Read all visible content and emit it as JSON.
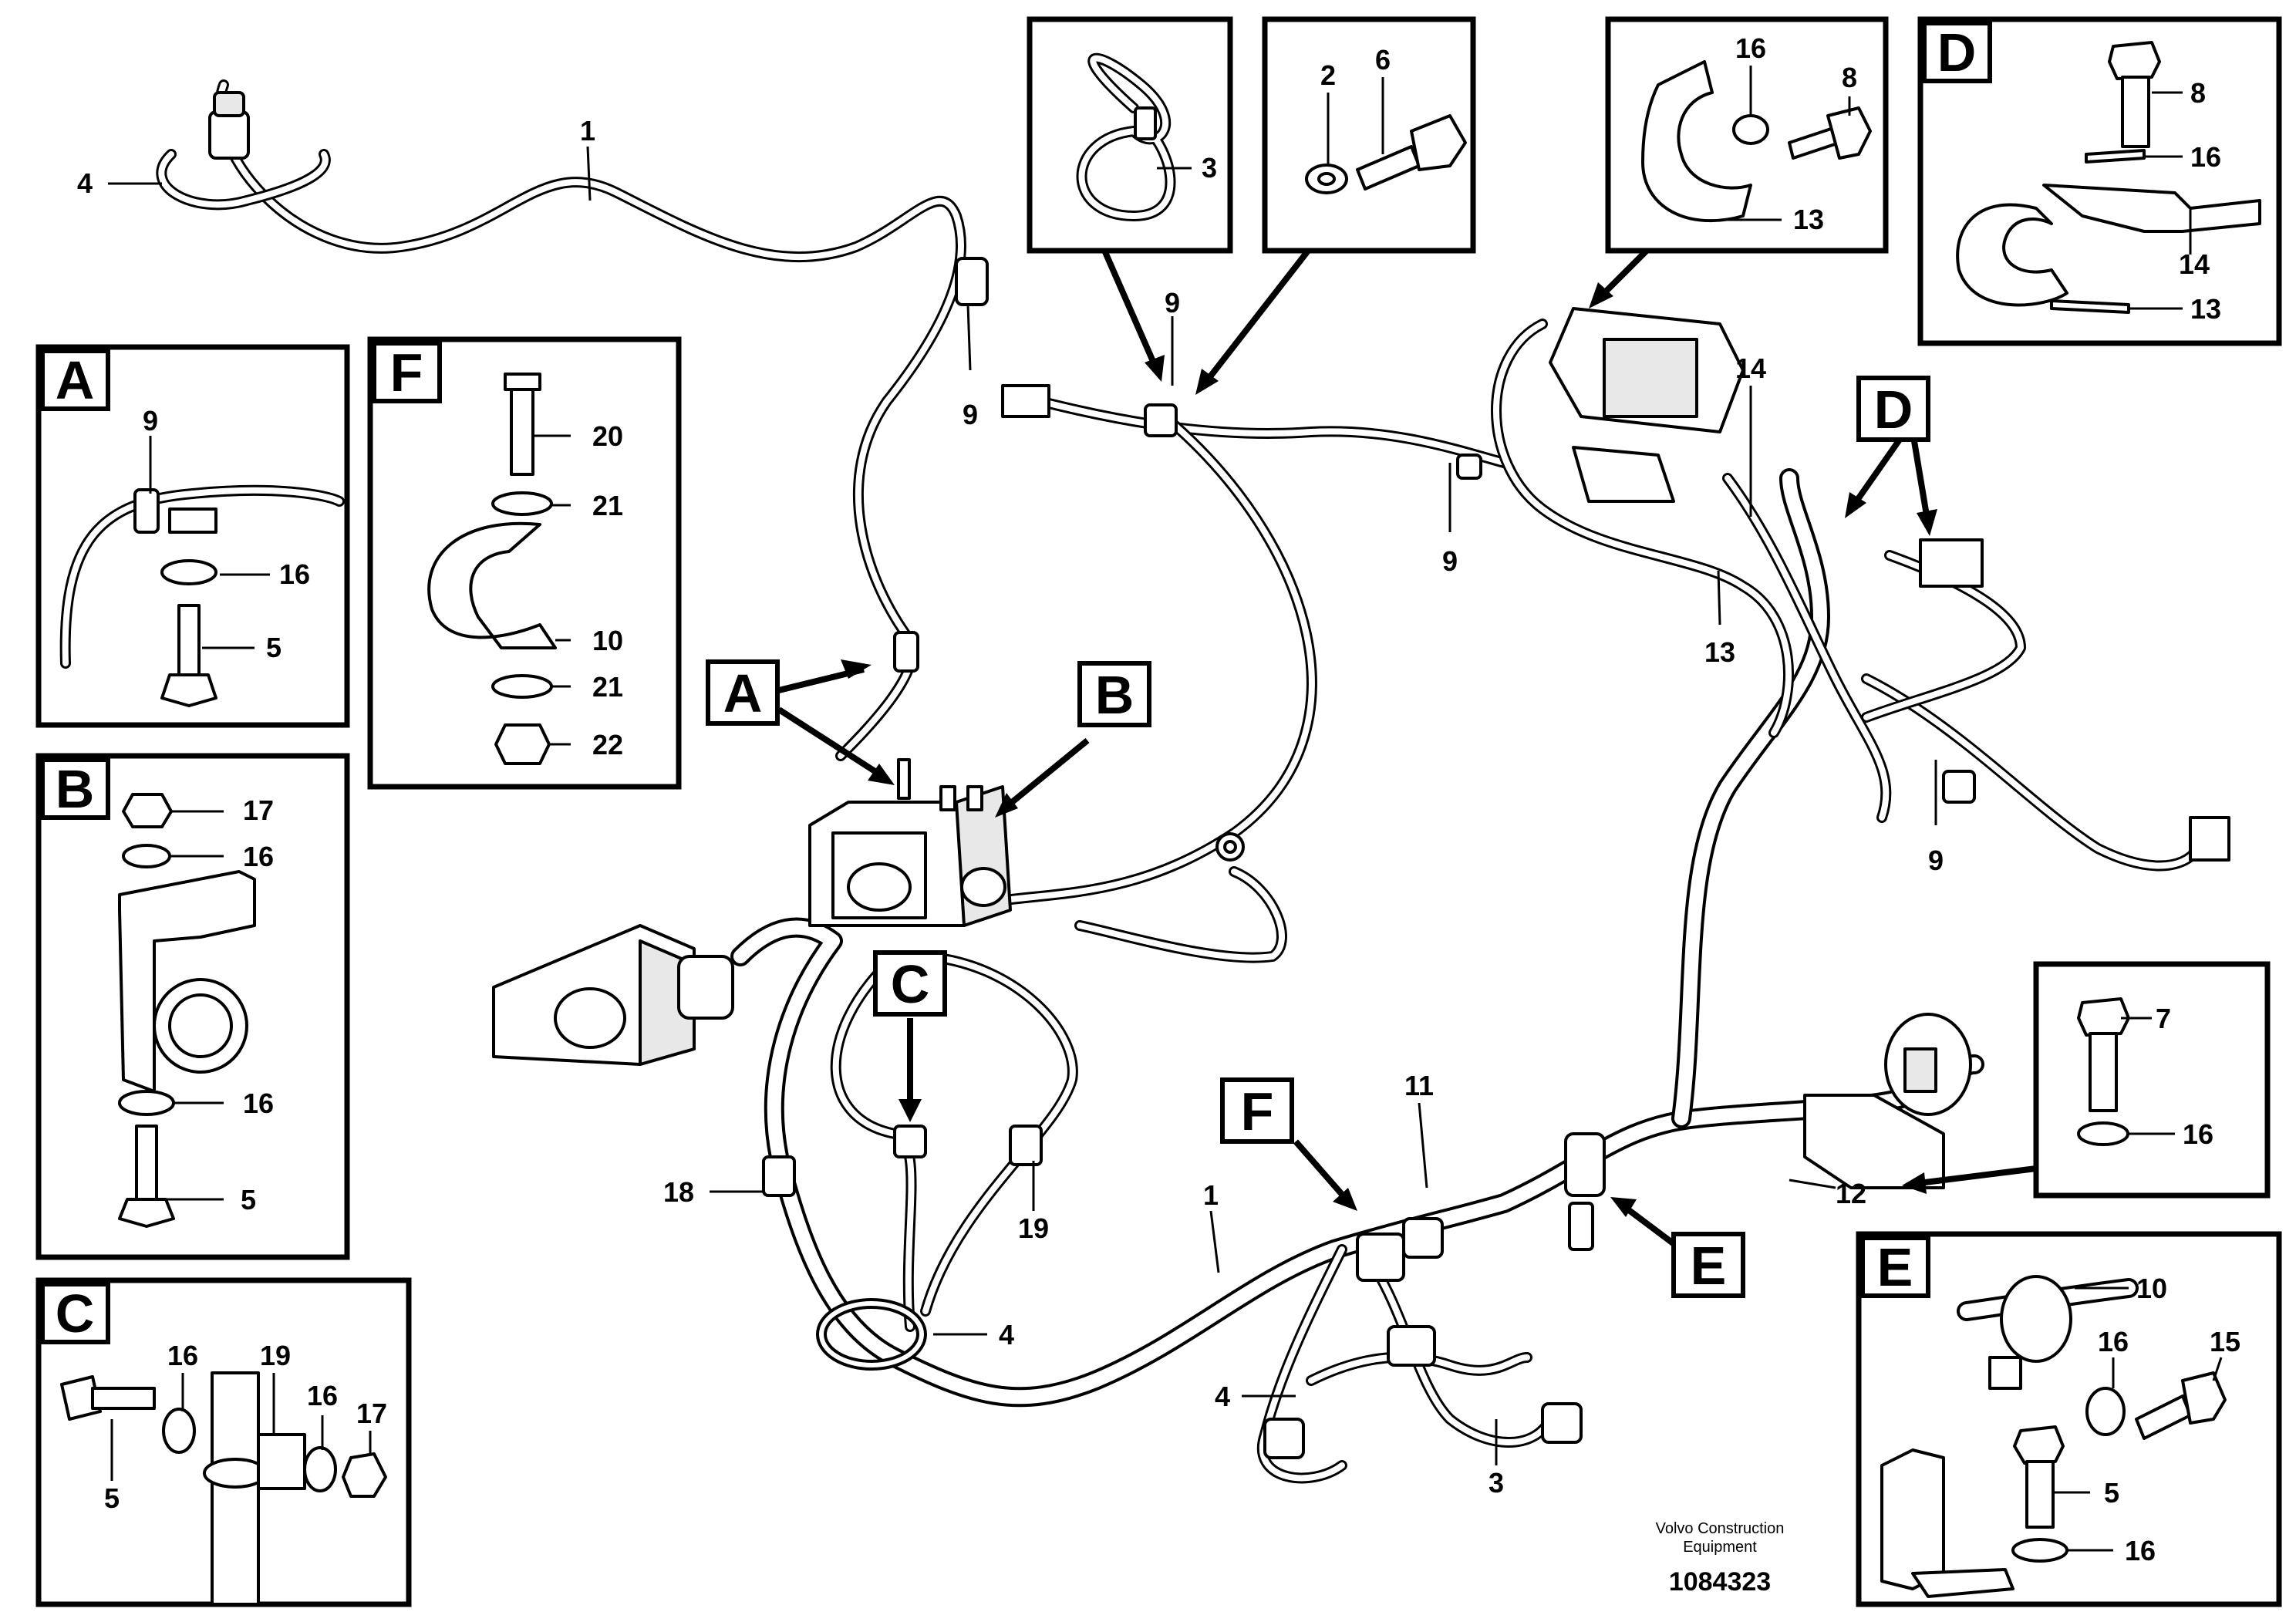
{
  "callouts": {
    "n1": "1",
    "n2": "2",
    "n3": "3",
    "n4": "4",
    "n5": "5",
    "n6": "6",
    "n7": "7",
    "n8": "8",
    "n9": "9",
    "n10": "10",
    "n11": "11",
    "n12": "12",
    "n13": "13",
    "n14": "14",
    "n15": "15",
    "n16": "16",
    "n17": "17",
    "n18": "18",
    "n19": "19",
    "n20": "20",
    "n21": "21",
    "n22": "22"
  },
  "detail_letters": {
    "A": "A",
    "B": "B",
    "C": "C",
    "D": "D",
    "E": "E",
    "F": "F"
  },
  "footer": {
    "brand_line1": "Volvo Construction",
    "brand_line2": "Equipment",
    "document_number": "1084323"
  }
}
